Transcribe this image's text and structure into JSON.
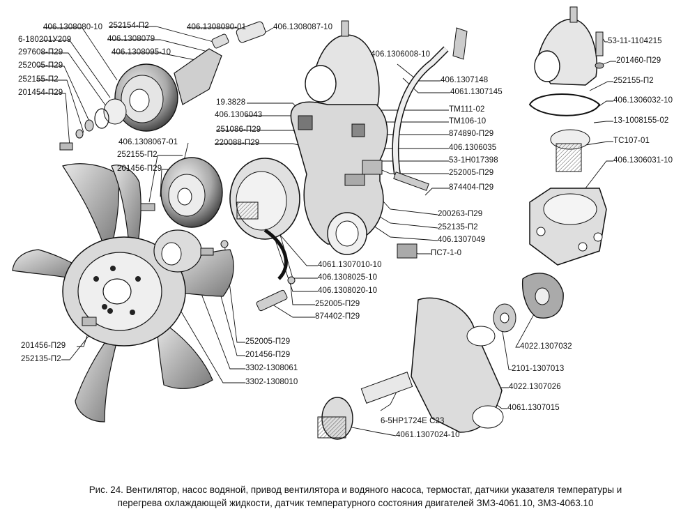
{
  "labels": {
    "l01": "406.1308080-10",
    "l02": "6-180201У209",
    "l03": "297608-П29",
    "l04": "252005-П29",
    "l05": "252155-П2",
    "l06": "201454-П29",
    "l07": "252154-П2",
    "l08": "406.1308079",
    "l09": "406.1308095-10",
    "l10": "406.1308090-01",
    "l11": "406.1308087-10",
    "l12": "406.1306008-10",
    "l13": "406.1307148",
    "l14": "4061.1307145",
    "l15": "19.3828",
    "l16": "406.1306043",
    "l17": "ТМ111-02",
    "l18": "ТМ106-10",
    "l19": "251086-П29",
    "l20": "874890-П29",
    "l21": "220088-П29",
    "l22": "406.1306035",
    "l23": "406.1308067-01",
    "l24": "53-1Н017398",
    "l25": "252155-П2",
    "l26": "252005-П29",
    "l27": "201456-П29",
    "l28": "874404-П29",
    "l29": "200263-П29",
    "l30": "252135-П2",
    "l31": "406.1307049",
    "l32": "ПС7-1-0",
    "l33": "4061.1307010-10",
    "l34": "406.1308025-10",
    "l35": "406.1308020-10",
    "l36": "252005-П29",
    "l37": "874402-П29",
    "l38": "53-11-1104215",
    "l39": "201460-П29",
    "l40": "252155-П2",
    "l41": "406.1306032-10",
    "l42": "13-1008155-02",
    "l43": "ТС107-01",
    "l44": "406.1306031-10",
    "l45": "4022.1307032",
    "l46": "2101-1307013",
    "l47": "4022.1307026",
    "l48": "4061.1307015",
    "l49": "6-5НР1724Е С23",
    "l50": "4061.1307024-10",
    "l51": "201456-П29",
    "l52": "252135-П2",
    "l53": "252005-П29",
    "l54": "201456-П29",
    "l55": "3302-1308061",
    "l56": "3302-1308010"
  },
  "caption": {
    "line1": "Рис. 24. Вентилятор, насос водяной, привод вентилятора и водяного насоса, термостат, датчики указателя температуры и",
    "line2": "перегрева охлаждающей жидкости, датчик температурного состояния двигателей ЗМЗ-4061.10, ЗМЗ-4063.10"
  }
}
